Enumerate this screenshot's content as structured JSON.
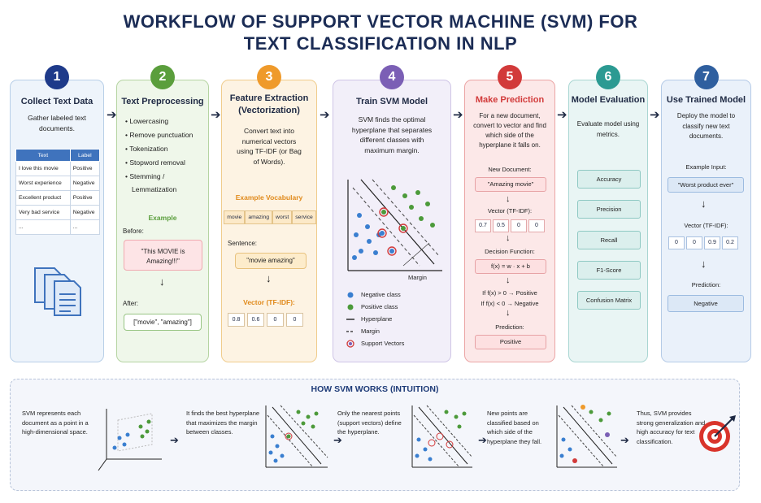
{
  "title": {
    "line1": "WORKFLOW OF SUPPORT VECTOR MACHINE (SVM) FOR",
    "line2": "TEXT CLASSIFICATION IN NLP"
  },
  "colors": {
    "navy": "#1b2c55",
    "step1": "#1e3a8a",
    "step2": "#5a9e3c",
    "step3": "#ef9a2b",
    "step4": "#7b5fb5",
    "step5": "#d23a3a",
    "step6": "#2b9a92",
    "step7": "#2f5f9f"
  },
  "steps": [
    {
      "number": "1",
      "title": "Collect Text Data",
      "desc": "Gather labeled text documents.",
      "table": {
        "headers": [
          "Text",
          "Label"
        ],
        "rows": [
          [
            "I love this movie",
            "Positive"
          ],
          [
            "Worst experience",
            "Negative"
          ],
          [
            "Excellent product",
            "Positive"
          ],
          [
            "Very bad service",
            "Negative"
          ],
          [
            "...",
            "..."
          ]
        ]
      },
      "icon": "documents-icon"
    },
    {
      "number": "2",
      "title": "Text Preprocessing",
      "bullets": [
        "Lowercasing",
        "Remove punctuation",
        "Tokenization",
        "Stopword removal",
        "Stemming /",
        "Lemmatization"
      ],
      "example_label": "Example",
      "before_label": "Before:",
      "before_text": "\"This MOVIE is Amazing!!!\"",
      "after_label": "After:",
      "after_text": "[\"movie\", \"amazing\"]"
    },
    {
      "number": "3",
      "title_line1": "Feature Extraction",
      "title_line2": "(Vectorization)",
      "desc": "Convert text into numerical vectors using TF-IDF (or Bag of Words).",
      "vocab_label": "Example Vocabulary",
      "vocab": [
        "movie",
        "amazing",
        "worst",
        "service"
      ],
      "sentence_label": "Sentence:",
      "sentence": "\"movie amazing\"",
      "vector_label": "Vector (TF-IDF):",
      "vector": [
        "0.8",
        "0.6",
        "0",
        "0"
      ]
    },
    {
      "number": "4",
      "title": "Train SVM Model",
      "desc": "SVM finds the optimal hyperplane that separates different classes with maximum margin.",
      "margin_label": "Margin",
      "legend": [
        "Negative class",
        "Positive class",
        "Hyperplane",
        "Margin",
        "Support Vectors"
      ]
    },
    {
      "number": "5",
      "title": "Make Prediction",
      "desc": "For a new document, convert to vector and find which side of the hyperplane it falls on.",
      "newdoc_label": "New Document:",
      "newdoc": "\"Amazing movie\"",
      "vector_label": "Vector (TF-IDF):",
      "vector": [
        "0.7",
        "0.5",
        "0",
        "0"
      ],
      "decision_label": "Decision Function:",
      "decision": "f(x) = w · x + b",
      "rule1": "If f(x) > 0 → Positive",
      "rule2": "If f(x) < 0 → Negative",
      "prediction_label": "Prediction:",
      "prediction": "Positive"
    },
    {
      "number": "6",
      "title": "Model Evaluation",
      "desc": "Evaluate model using metrics.",
      "metrics": [
        "Accuracy",
        "Precision",
        "Recall",
        "F1-Score",
        "Confusion Matrix"
      ]
    },
    {
      "number": "7",
      "title": "Use Trained Model",
      "desc": "Deploy the model to classify new text documents.",
      "input_label": "Example Input:",
      "input": "\"Worst product ever\"",
      "vector_label": "Vector (TF-IDF):",
      "vector": [
        "0",
        "0",
        "0.9",
        "0.2"
      ],
      "prediction_label": "Prediction:",
      "prediction": "Negative"
    }
  ],
  "how": {
    "title": "HOW SVM WORKS (INTUITION)",
    "texts": [
      "SVM represents each document as a point in a high-dimensional space.",
      "It finds the best hyperplane that maximizes the margin between classes.",
      "Only the nearest points (support vectors) define the hyperplane.",
      "New points are classified based on which side of the hyperplane they fall.",
      "Thus, SVM provides strong generalization and high accuracy for text classification."
    ],
    "icon": "target-icon"
  }
}
